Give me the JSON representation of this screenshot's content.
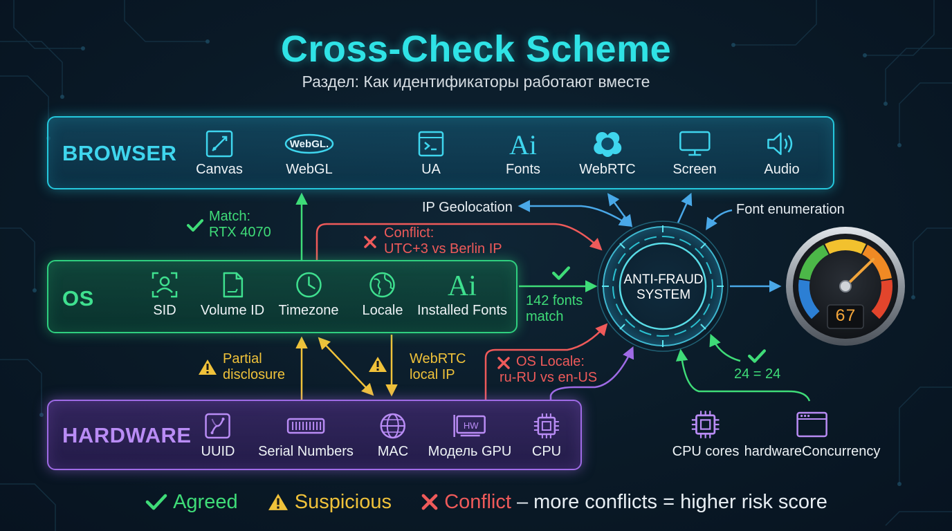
{
  "title": "Cross-Check Scheme",
  "subtitle": "Раздел: Как идентификаторы работают вместе",
  "browser": {
    "title": "BROWSER",
    "items": [
      {
        "label": "Canvas",
        "icon": "canvas-icon"
      },
      {
        "label": "WebGL",
        "icon": "webgl-logo",
        "logo_text": "WebGL."
      },
      {
        "label": "UA",
        "icon": "terminal-window-icon"
      },
      {
        "label": "Fonts",
        "icon": "font-ai-icon",
        "glyph": "Ai"
      },
      {
        "label": "WebRTC",
        "icon": "webrtc-icon"
      },
      {
        "label": "Screen",
        "icon": "monitor-icon"
      },
      {
        "label": "Audio",
        "icon": "speaker-icon"
      }
    ]
  },
  "os": {
    "title": "OS",
    "items": [
      {
        "label": "SID",
        "icon": "user-id-icon"
      },
      {
        "label": "Volume ID",
        "icon": "file-icon"
      },
      {
        "label": "Timezone",
        "icon": "clock-icon"
      },
      {
        "label": "Locale",
        "icon": "globe-icon"
      },
      {
        "label": "Installed Fonts",
        "icon": "font-ai-icon",
        "glyph": "Ai"
      }
    ]
  },
  "hardware": {
    "title": "HARDWARE",
    "items": [
      {
        "label": "UUID",
        "icon": "dna-icon"
      },
      {
        "label": "Serial Numbers",
        "icon": "barcode-icon"
      },
      {
        "label": "MAC",
        "icon": "network-globe-icon"
      },
      {
        "label": "Модель GPU",
        "icon": "gpu-card-icon",
        "glyph": "HW"
      },
      {
        "label": "CPU",
        "icon": "chip-icon"
      }
    ]
  },
  "extras": [
    {
      "label": "CPU cores",
      "icon": "chip-icon"
    },
    {
      "label": "hardwareConcurrency",
      "icon": "browser-window-icon"
    }
  ],
  "annotations": {
    "match_gpu": {
      "line1": "Match:",
      "line2": "RTX 4070",
      "status": "agreed"
    },
    "conflict_tz": {
      "line1": "Conflict:",
      "line2": "UTC+3 vs Berlin IP",
      "status": "conflict"
    },
    "ip_geo": "IP Geolocation",
    "font_enum": "Font enumeration",
    "fonts_match": {
      "line1": "142 fonts",
      "line2": "match",
      "status": "agreed"
    },
    "partial": {
      "line1": "Partial",
      "line2": "disclosure",
      "status": "suspicious"
    },
    "webrtc_ip": {
      "line1": "WebRTC",
      "line2": "local IP",
      "status": "suspicious"
    },
    "os_locale": {
      "line1": "OS Locale:",
      "line2": "ru-RU vs en-US",
      "status": "conflict"
    },
    "cores": {
      "text": "24 = 24",
      "status": "agreed"
    }
  },
  "anti_fraud": {
    "line1": "ANTI-FRAUD",
    "line2": "SYSTEM"
  },
  "risk_gauge": {
    "value": 67,
    "max": 100
  },
  "legend": {
    "agreed": "Agreed",
    "suspicious": "Suspicious",
    "conflict": "Conflict",
    "tail": "– more conflicts = higher risk score"
  },
  "colors": {
    "browser": "#25c8dd",
    "os": "#2fcf7f",
    "hardware": "#9f6be6",
    "agreed": "#3fdc78",
    "suspicious": "#f0c23a",
    "conflict": "#ef5a5a",
    "link_blue": "#4aa8e8"
  }
}
